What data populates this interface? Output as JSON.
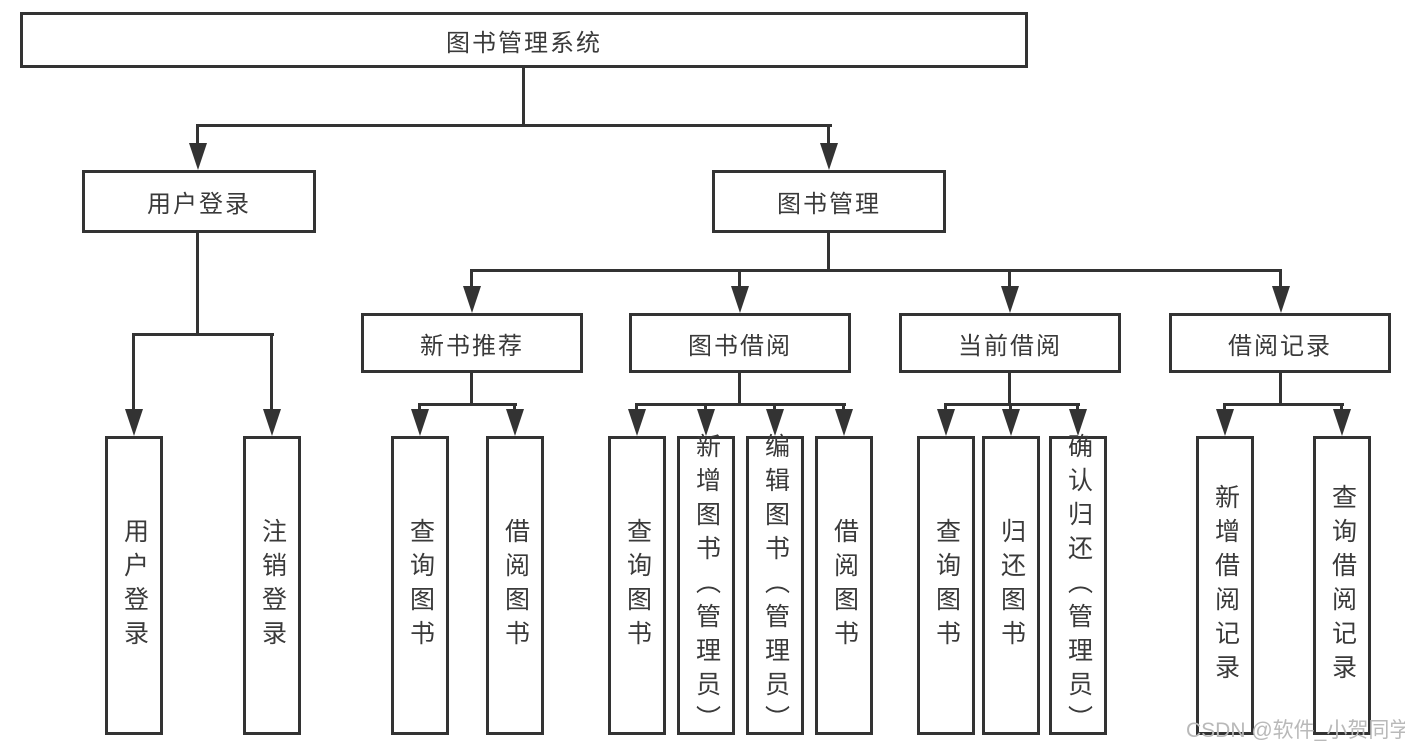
{
  "tree": {
    "root": {
      "label": "图书管理系统"
    },
    "branches": [
      {
        "label": "用户登录",
        "children": [
          {
            "label": "用户登录"
          },
          {
            "label": "注销登录"
          }
        ]
      },
      {
        "label": "图书管理",
        "children": [
          {
            "label": "新书推荐",
            "children": [
              {
                "label": "查询图书"
              },
              {
                "label": "借阅图书"
              }
            ]
          },
          {
            "label": "图书借阅",
            "children": [
              {
                "label": "查询图书"
              },
              {
                "label": "新增图书（管理员）"
              },
              {
                "label": "编辑图书（管理员）"
              },
              {
                "label": "借阅图书"
              }
            ]
          },
          {
            "label": "当前借阅",
            "children": [
              {
                "label": "查询图书"
              },
              {
                "label": "归还图书"
              },
              {
                "label": "确认归还（管理员）"
              }
            ]
          },
          {
            "label": "借阅记录",
            "children": [
              {
                "label": "新增借阅记录"
              },
              {
                "label": "查询借阅记录"
              }
            ]
          }
        ]
      }
    ]
  },
  "watermark": {
    "text": "CSDN @软件_小贺同学"
  },
  "colors": {
    "line": "#333333",
    "text": "#3a3a3a",
    "background": "#ffffff",
    "watermark": "#b9b9b9"
  }
}
